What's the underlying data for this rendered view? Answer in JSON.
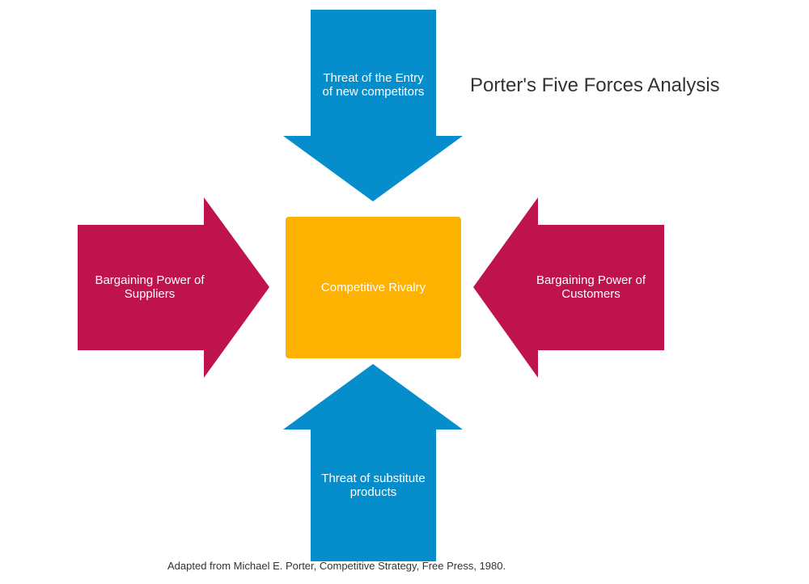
{
  "title": "Porter's Five Forces Analysis",
  "center": {
    "label": "Competitive Rivalry",
    "color": "#FDB101"
  },
  "forces": {
    "top": {
      "label": "Threat of the Entry\nof new competitors",
      "color": "#068DCC"
    },
    "left": {
      "label": "Bargaining Power of\nSuppliers",
      "color": "#BF134D"
    },
    "right": {
      "label": "Bargaining Power of\nCustomers",
      "color": "#BF134D"
    },
    "bottom": {
      "label": "Threat of substitute\nproducts",
      "color": "#068DCC"
    }
  },
  "citation": "Adapted from Michael E. Porter, Competitive Strategy, Free Press, 1980."
}
